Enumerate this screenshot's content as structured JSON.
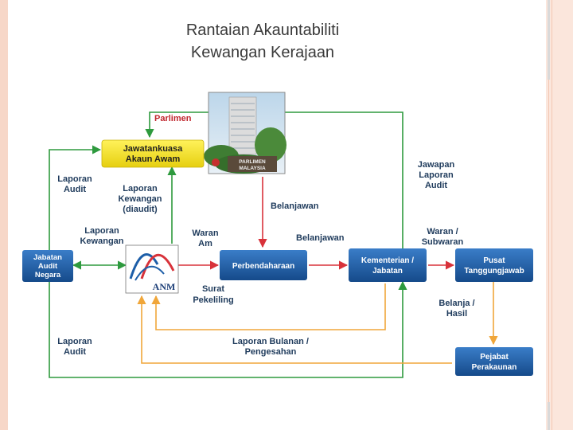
{
  "title": {
    "line1": "Rantaian Akauntabiliti",
    "line2": "Kewangan Kerajaan"
  },
  "photo": {
    "caption1": "PARLIMEN",
    "caption2": "MALAYSIA"
  },
  "logo": {
    "text": "ANM"
  },
  "nodes": {
    "parlimen": "Parlimen",
    "jawatankuasa": [
      "Jawatankuasa",
      "Akaun Awam"
    ],
    "jabatan_audit": [
      "Jabatan",
      "Audit",
      "Negara"
    ],
    "perbendaharaan": "Perbendaharaan",
    "kementerian": [
      "Kementerian /",
      "Jabatan"
    ],
    "pusat": [
      "Pusat",
      "Tanggungjawab"
    ],
    "pejabat": [
      "Pejabat",
      "Perakaunan"
    ]
  },
  "labels": {
    "laporan_audit_top": [
      "Laporan",
      "Audit"
    ],
    "laporan_kewangan_diaudit": [
      "Laporan",
      "Kewangan",
      "(diaudit)"
    ],
    "jawapan_laporan_audit": [
      "Jawapan",
      "Laporan",
      "Audit"
    ],
    "belanjawan_1": "Belanjawan",
    "belanjawan_2": "Belanjawan",
    "laporan_kewangan": [
      "Laporan",
      "Kewangan"
    ],
    "waran_am": [
      "Waran",
      "Am"
    ],
    "waran_subwaran": [
      "Waran /",
      "Subwaran"
    ],
    "surat_pekeliling": [
      "Surat",
      "Pekeliling"
    ],
    "belanja_hasil": [
      "Belanja /",
      "Hasil"
    ],
    "laporan_audit_bottom": [
      "Laporan",
      "Audit"
    ],
    "laporan_bulanan": [
      "Laporan Bulanan /",
      "Pengesahan"
    ]
  },
  "colors": {
    "node_blue": "#1d5ea8",
    "node_yellow": "#f6e21e",
    "green_arrow": "#2e9a3e",
    "red_arrow": "#d8323a",
    "orange_arrow": "#f0a63a",
    "label_text": "#1f3b5c",
    "parlimen_text": "#c0262d"
  }
}
